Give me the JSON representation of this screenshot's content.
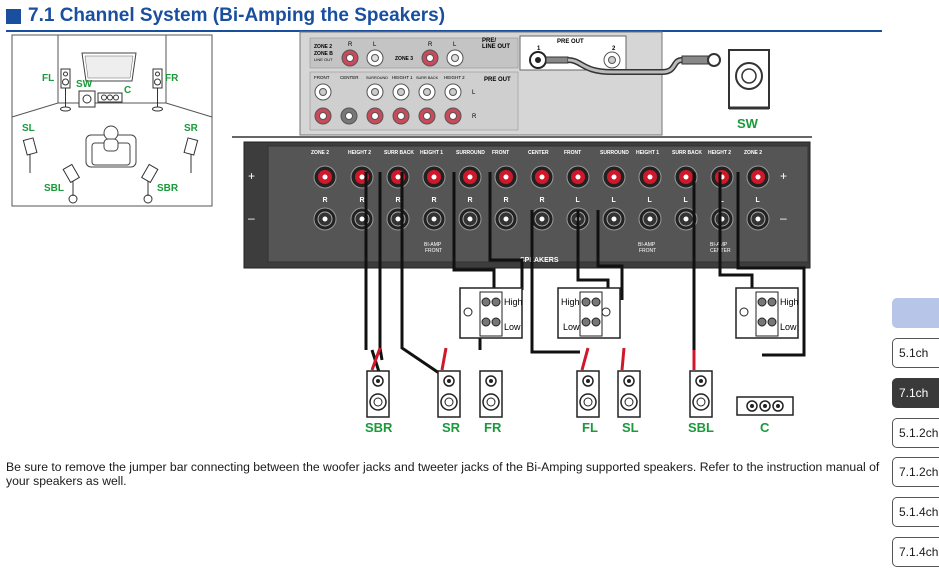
{
  "title": "7.1 Channel System (Bi-Amping the Speakers)",
  "room": {
    "labels": {
      "fl": "FL",
      "fr": "FR",
      "sw": "SW",
      "c": "C",
      "sl": "SL",
      "sr": "SR",
      "sbl": "SBL",
      "sbr": "SBR"
    }
  },
  "top_panel": {
    "zone2_label": "ZONE 2",
    "zone2_sub": "ZONE B",
    "zone2_sub2": "LINE OUT",
    "zone3_label": "ZONE 3",
    "r": "R",
    "l": "L",
    "pre_line_out_1": "PRE/",
    "pre_line_out_2": "LINE OUT",
    "pre_out": "PRE OUT",
    "pre_out_1": "1",
    "pre_out_2": "2",
    "lower_labels": [
      "FRONT",
      "CENTER",
      "SURROUND",
      "HEIGHT 1",
      "SURR BACK",
      "HEIGHT 2"
    ],
    "pre_out_right": "PRE OUT"
  },
  "subwoofer_label": "SW",
  "speaker_panel": {
    "top_labels": [
      "ZONE 2",
      "HEIGHT 2",
      "SURR BACK",
      "HEIGHT 1",
      "SURROUND",
      "FRONT",
      "CENTER",
      "FRONT",
      "SURROUND",
      "HEIGHT 1",
      "SURR BACK",
      "HEIGHT 2",
      "ZONE 2"
    ],
    "plus": "+",
    "minus": "–",
    "r": "R",
    "l": "L",
    "bi_amp": "BI-AMP",
    "bi_amp_front": "FRONT",
    "bi_amp_center": "CENTER",
    "speakers": "SPEAKERS"
  },
  "terminals": {
    "high": "High",
    "low": "Low"
  },
  "speaker_labels": {
    "sbr": "SBR",
    "sr": "SR",
    "fr": "FR",
    "fl": "FL",
    "sl": "SL",
    "sbl": "SBL",
    "c": "C"
  },
  "note": "Be sure to remove the jumper bar connecting between the woofer jacks and tweeter jacks of the Bi-Amping supported speakers. Refer to the instruction manual of your speakers as well.",
  "nav": [
    {
      "label": "5.1ch",
      "active": false
    },
    {
      "label": "7.1ch",
      "active": true
    },
    {
      "label": "5.1.2ch",
      "active": false
    },
    {
      "label": "7.1.2ch",
      "active": false
    },
    {
      "label": "5.1.4ch",
      "active": false
    },
    {
      "label": "7.1.4ch",
      "active": false
    }
  ],
  "colors": {
    "brand": "#1a4fa0",
    "label_green": "#1a9a3a",
    "wire_red": "#d0182a",
    "nav_tab": "#b7c5e9",
    "active_tab": "#3a3a3a"
  }
}
